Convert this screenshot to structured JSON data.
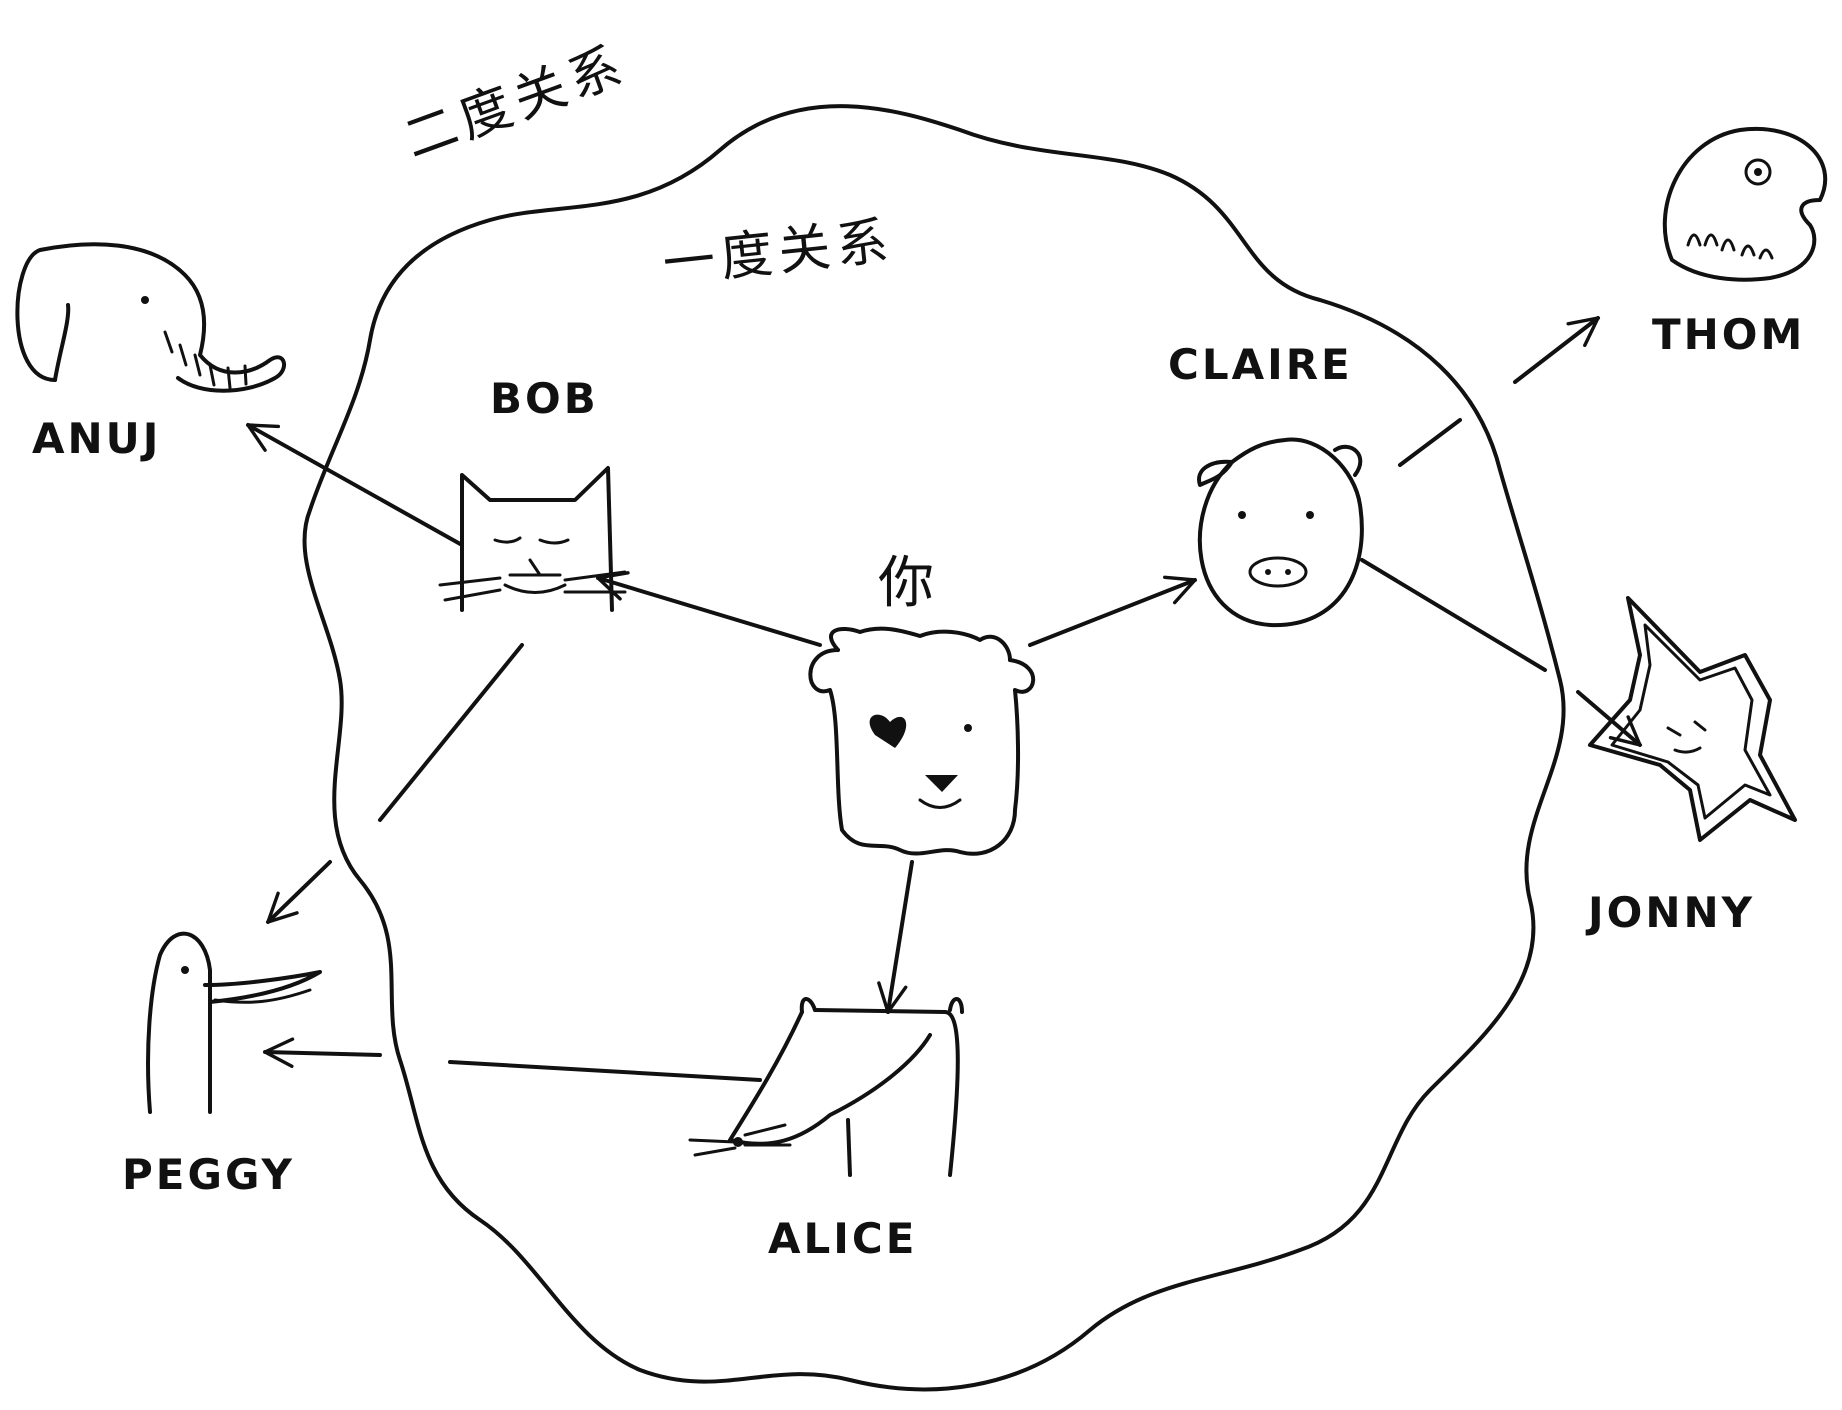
{
  "diagram": {
    "zones": {
      "second_degree": "二度关系",
      "first_degree": "一度关系"
    },
    "nodes": {
      "you": "你",
      "bob": "BOB",
      "claire": "CLAIRE",
      "alice": "ALICE",
      "anuj": "ANUJ",
      "peggy": "PEGGY",
      "thom": "THOM",
      "jonny": "JONNY"
    },
    "edges": [
      {
        "from": "you",
        "to": "bob"
      },
      {
        "from": "you",
        "to": "claire"
      },
      {
        "from": "you",
        "to": "alice"
      },
      {
        "from": "bob",
        "to": "anuj"
      },
      {
        "from": "bob",
        "to": "peggy"
      },
      {
        "from": "alice",
        "to": "peggy"
      },
      {
        "from": "claire",
        "to": "thom"
      },
      {
        "from": "claire",
        "to": "jonny"
      }
    ]
  }
}
